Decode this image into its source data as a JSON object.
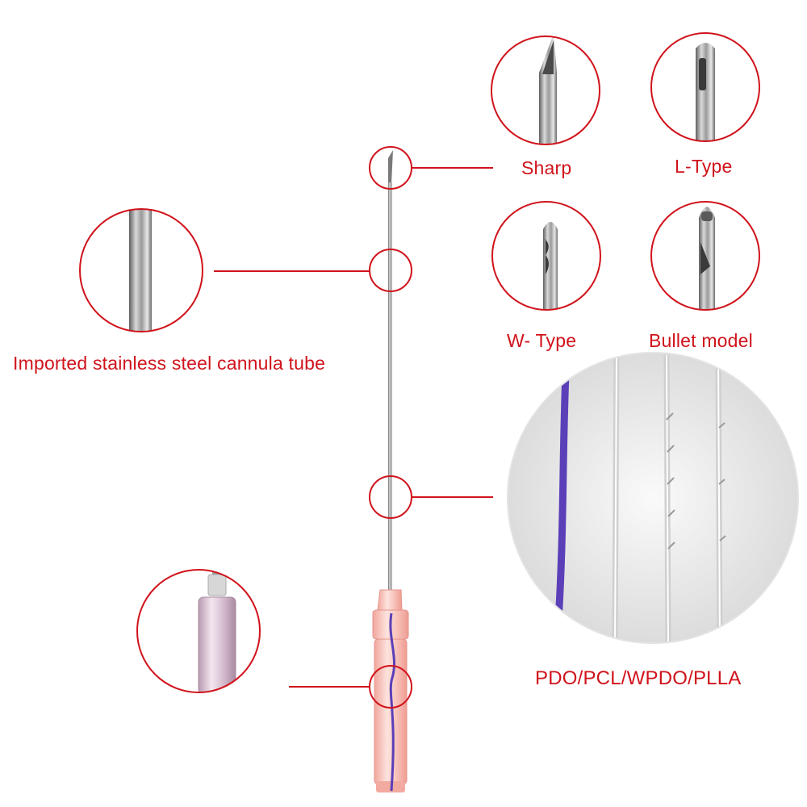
{
  "labels": {
    "sharp": "Sharp",
    "l_type": "L-Type",
    "w_type": "W- Type",
    "bullet_model": "Bullet model",
    "tube": "Imported stainless steel cannula tube",
    "thread_materials": "PDO/PCL/WPDO/PLLA"
  },
  "colors": {
    "accent_red": "#d0131b",
    "steel": "#8c8c8c",
    "hub_pink": "#f4b7b0",
    "thread_purple": "#5b3fb8"
  },
  "icons": {
    "needle": "cannula-needle",
    "magnifier": "zoom-circle"
  }
}
